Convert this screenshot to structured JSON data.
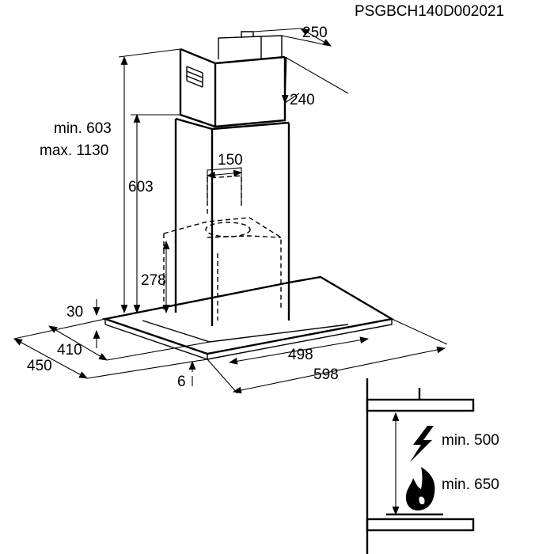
{
  "drawing_code": "PSGBCH140D002021",
  "dimensions": {
    "bracket_width": "250",
    "chimney_depth": "240",
    "chimney_min": "min. 603",
    "chimney_max": "max. 1130",
    "chimney_height": "603",
    "outlet_diameter": "150",
    "motor_height": "278",
    "glass_edge": "30",
    "depth_inner": "410",
    "depth_outer": "450",
    "width_inner": "498",
    "width_outer": "598",
    "glass_thickness": "6"
  },
  "installation": {
    "electric_min": "min. 500",
    "gas_min": "min. 650",
    "electric_icon": "lightning-icon",
    "gas_icon": "flame-icon"
  }
}
